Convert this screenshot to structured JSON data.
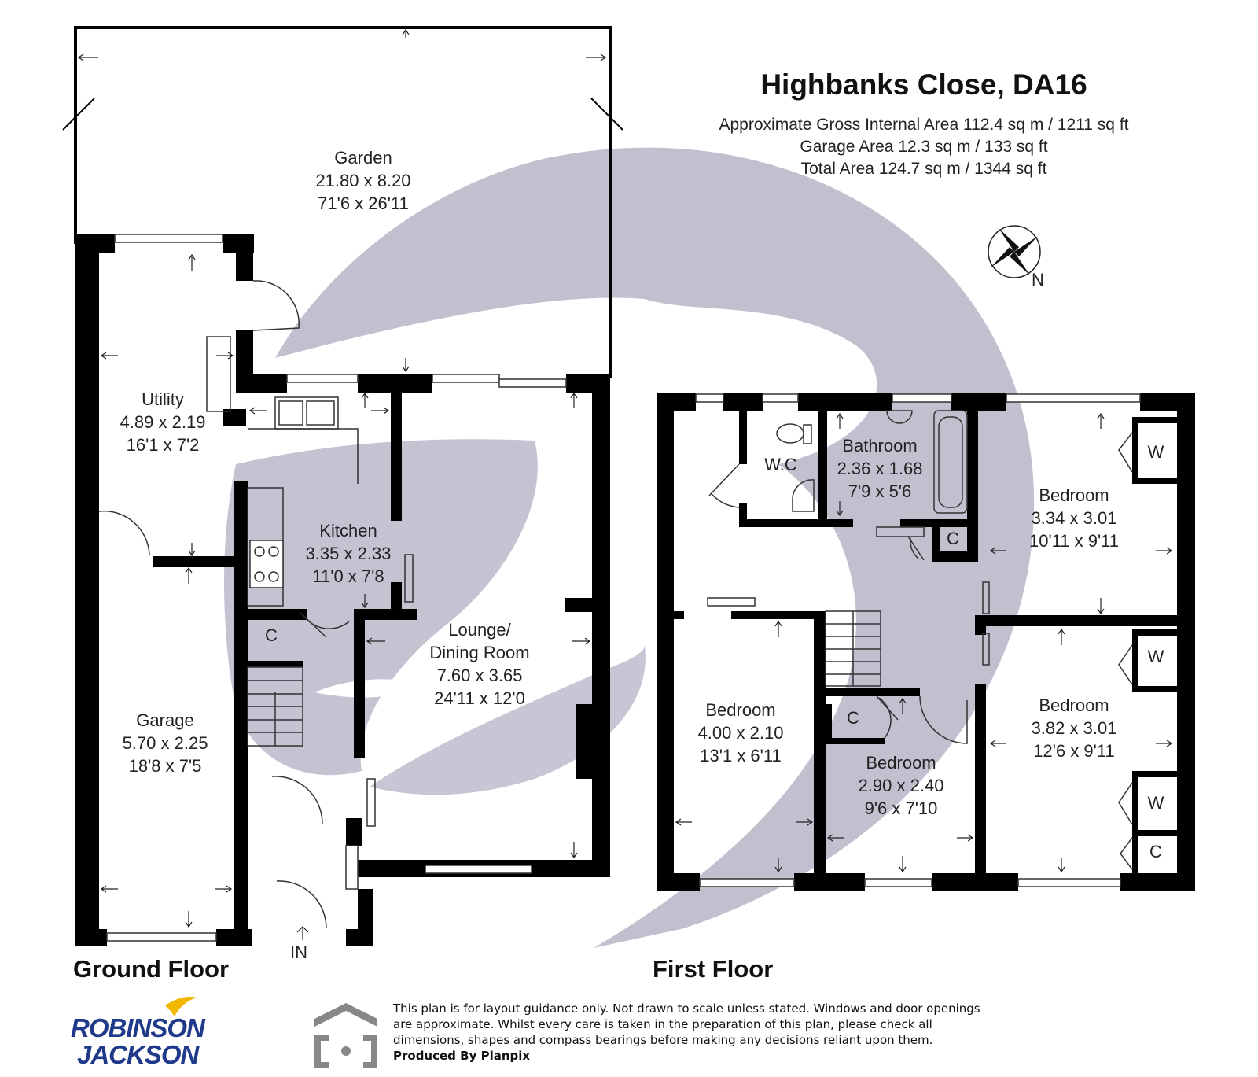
{
  "header": {
    "title": "Highbanks Close, DA16",
    "area_lines": [
      "Approximate Gross Internal Area 112.4 sq m / 1211 sq ft",
      "Garage Area 12.3 sq m / 133 sq ft",
      "Total Area 124.7 sq m / 1344 sq ft"
    ]
  },
  "compass": {
    "north_label": "N"
  },
  "ground_floor": {
    "label": "Ground Floor",
    "entrance_label": "IN",
    "rooms": {
      "garden": {
        "name": "Garden",
        "metric": "21.80 x 8.20",
        "imperial": "71'6 x 26'11"
      },
      "utility": {
        "name": "Utility",
        "metric": "4.89 x 2.19",
        "imperial": "16'1 x 7'2"
      },
      "kitchen": {
        "name": "Kitchen",
        "metric": "3.35 x 2.33",
        "imperial": "11'0 x 7'8"
      },
      "lounge": {
        "name_line1": "Lounge/",
        "name_line2": "Dining Room",
        "metric": "7.60 x 3.65",
        "imperial": "24'11 x 12'0"
      },
      "garage": {
        "name": "Garage",
        "metric": "5.70 x 2.25",
        "imperial": "18'8 x 7'5"
      },
      "cupboard": {
        "name": "C"
      }
    }
  },
  "first_floor": {
    "label": "First Floor",
    "rooms": {
      "wc": {
        "name": "W.C"
      },
      "bathroom": {
        "name": "Bathroom",
        "metric": "2.36 x 1.68",
        "imperial": "7'9 x 5'6"
      },
      "bedroom_ne": {
        "name": "Bedroom",
        "metric": "3.34 x 3.01",
        "imperial": "10'11 x 9'11"
      },
      "bedroom_w": {
        "name": "Bedroom",
        "metric": "4.00 x 2.10",
        "imperial": "13'1 x 6'11"
      },
      "bedroom_s": {
        "name": "Bedroom",
        "metric": "2.90 x 2.40",
        "imperial": "9'6 x 7'10"
      },
      "bedroom_se": {
        "name": "Bedroom",
        "metric": "3.82 x 3.01",
        "imperial": "12'6 x 9'11"
      },
      "cupboards": {
        "landing": "C",
        "bedroom_s": "C",
        "bedroom_se": "C"
      },
      "wardrobes": {
        "ne": "W",
        "se1": "W",
        "se2": "W"
      }
    }
  },
  "disclaimer": {
    "line1": "This plan is for layout guidance only. Not drawn to scale unless stated. Windows and door openings",
    "line2": "are approximate. Whilst every care is taken in the preparation of this plan, please check all",
    "line3": "dimensions, shapes and compass bearings before making any decisions reliant upon them.",
    "produced_by": "Produced By Planpix"
  },
  "logo": {
    "line1": "ROBINSON",
    "line2": "JACKSON"
  },
  "colors": {
    "watermark": "#b9b9ca",
    "walls": "#000000",
    "logo": "#1f3a8a",
    "logo_bird": "#f2b800"
  }
}
